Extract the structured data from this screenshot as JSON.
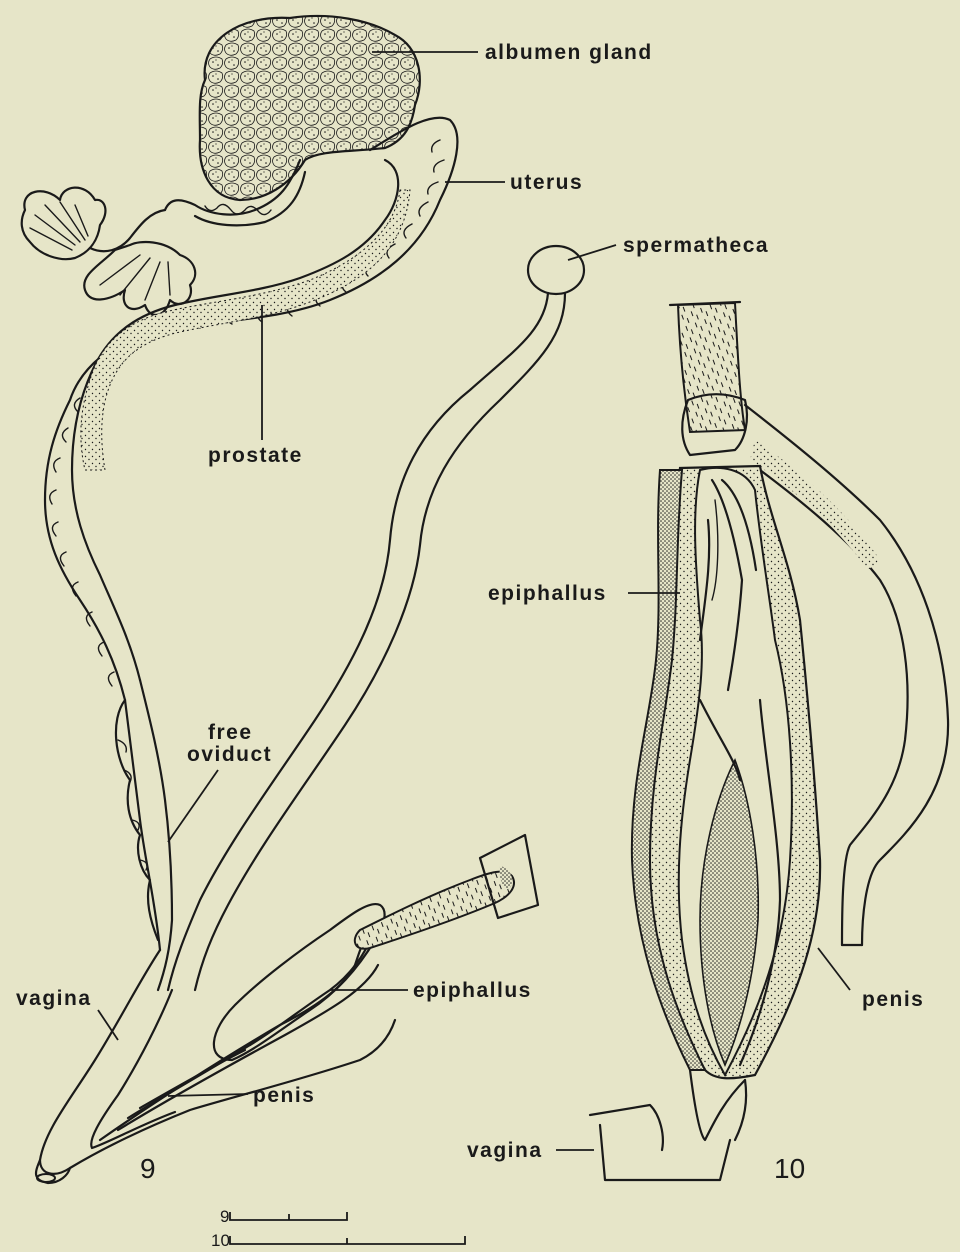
{
  "figure_9": {
    "number": "9",
    "labels": {
      "albumen_gland": "albumen gland",
      "uterus": "uterus",
      "spermatheca": "spermatheca",
      "prostate": "prostate",
      "free_oviduct_line1": "free",
      "free_oviduct_line2": "oviduct",
      "vagina": "vagina",
      "epiphallus": "epiphallus",
      "penis": "penis"
    }
  },
  "figure_10": {
    "number": "10",
    "labels": {
      "epiphallus": "epiphallus",
      "penis": "penis",
      "vagina": "vagina"
    }
  },
  "scale_bars": [
    {
      "label": "9"
    },
    {
      "label": "10"
    }
  ],
  "colors": {
    "background": "#e6e5c8",
    "ink": "#1a1a1a"
  }
}
